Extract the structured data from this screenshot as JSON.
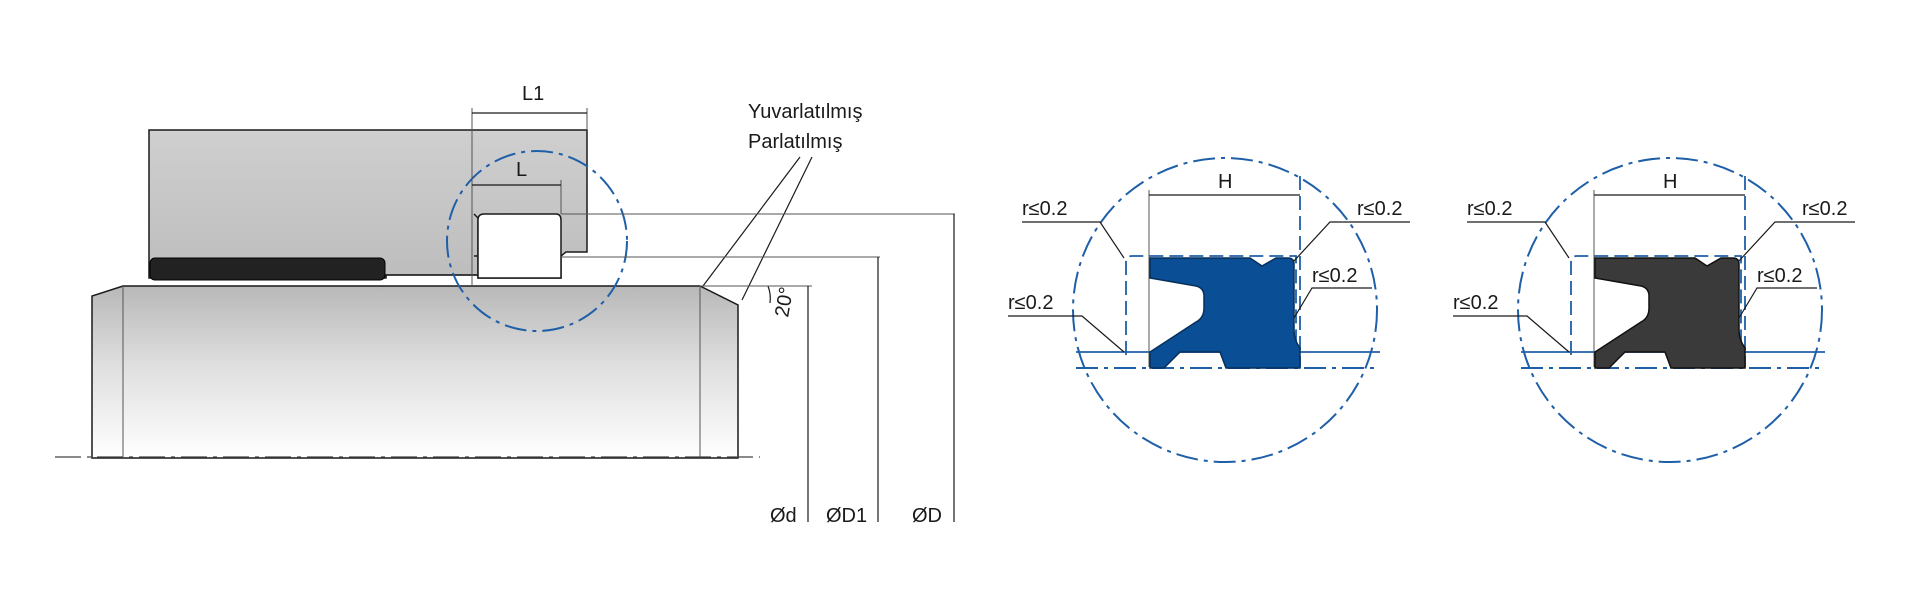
{
  "labels": {
    "l1": "L1",
    "l": "L",
    "note_line1": "Yuvarlatılmış",
    "note_line2": "Parlatılmış",
    "angle": "20°",
    "d": "Ød",
    "d1": "ØD1",
    "big_d": "ØD"
  },
  "detail_blue": {
    "h": "H",
    "r_top_left": "r≤0.2",
    "r_top_right": "r≤0.2",
    "r_mid_right": "r≤0.2",
    "r_mid_left": "r≤0.2"
  },
  "detail_dark": {
    "h": "H",
    "r_top_left": "r≤0.2",
    "r_top_right": "r≤0.2",
    "r_mid_right": "r≤0.2",
    "r_mid_left": "r≤0.2"
  },
  "colors": {
    "seal_blue": "#0a4f96",
    "seal_dark": "#3a3a3a",
    "detail_circle": "#1f5fa8",
    "housing": "#c8c8c8",
    "rod_light": "#f4f4f4",
    "rod_dark": "#bdbdbd"
  }
}
